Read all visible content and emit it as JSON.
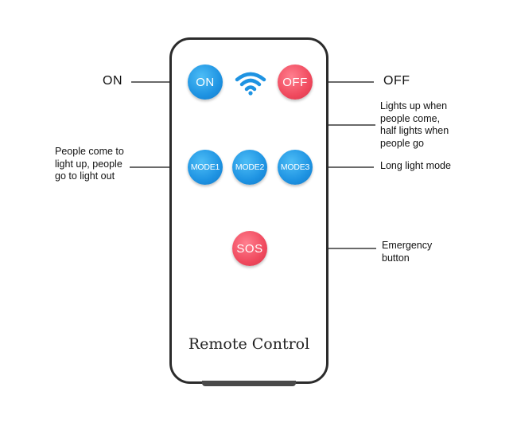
{
  "remote": {
    "title": "Remote Control",
    "buttons": {
      "on": "ON",
      "off": "OFF",
      "mode1": "MODE1",
      "mode2": "MODE2",
      "mode3": "MODE3",
      "sos": "SOS"
    },
    "icons": {
      "signal": "wifi-signal-icon"
    }
  },
  "callouts": {
    "on": "ON",
    "off": "OFF",
    "mode1": [
      "People come to",
      "light up, people",
      "go to light out"
    ],
    "mode2": [
      "Lights up when",
      "people come,",
      "half lights when",
      "people go"
    ],
    "mode3": "Long light mode",
    "sos": [
      "Emergency",
      "button"
    ]
  },
  "colors": {
    "blue_button": "#1e93e2",
    "red_button": "#f04a5e",
    "body_outline": "#2b2b2b"
  }
}
